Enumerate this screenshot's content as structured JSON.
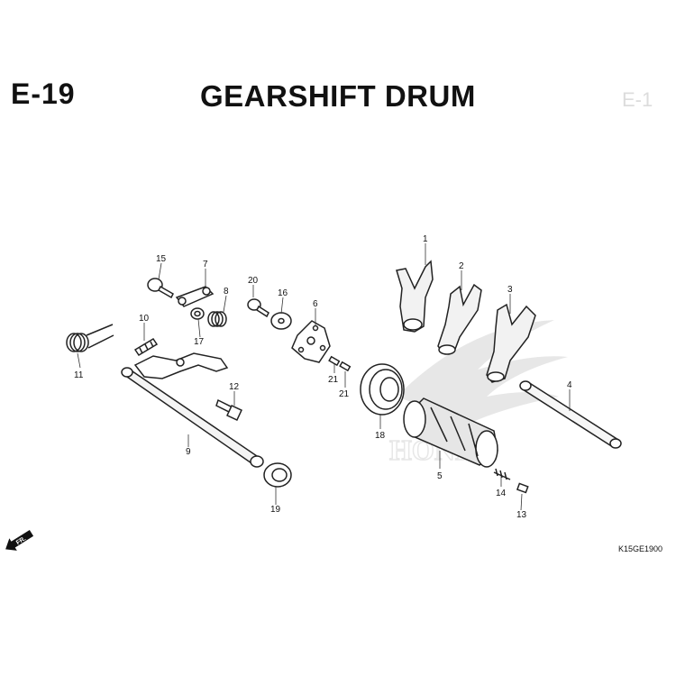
{
  "header": {
    "code": "E-19",
    "title": "GEARSHIFT DRUM",
    "faded_mark": "E-1"
  },
  "reference_code": "K15GE1900",
  "front_arrow_label": "FR.",
  "watermark": "HONDA",
  "parts": [
    {
      "id": "1",
      "label": "1"
    },
    {
      "id": "2",
      "label": "2"
    },
    {
      "id": "3",
      "label": "3"
    },
    {
      "id": "4",
      "label": "4"
    },
    {
      "id": "5",
      "label": "5"
    },
    {
      "id": "6",
      "label": "6"
    },
    {
      "id": "7",
      "label": "7"
    },
    {
      "id": "8",
      "label": "8"
    },
    {
      "id": "9",
      "label": "9"
    },
    {
      "id": "10",
      "label": "10"
    },
    {
      "id": "11",
      "label": "11"
    },
    {
      "id": "12",
      "label": "12"
    },
    {
      "id": "13",
      "label": "13"
    },
    {
      "id": "14",
      "label": "14"
    },
    {
      "id": "15",
      "label": "15"
    },
    {
      "id": "16",
      "label": "16"
    },
    {
      "id": "17",
      "label": "17"
    },
    {
      "id": "18",
      "label": "18"
    },
    {
      "id": "19",
      "label": "19"
    },
    {
      "id": "20",
      "label": "20"
    },
    {
      "id": "21a",
      "label": "21"
    },
    {
      "id": "21b",
      "label": "21"
    }
  ]
}
